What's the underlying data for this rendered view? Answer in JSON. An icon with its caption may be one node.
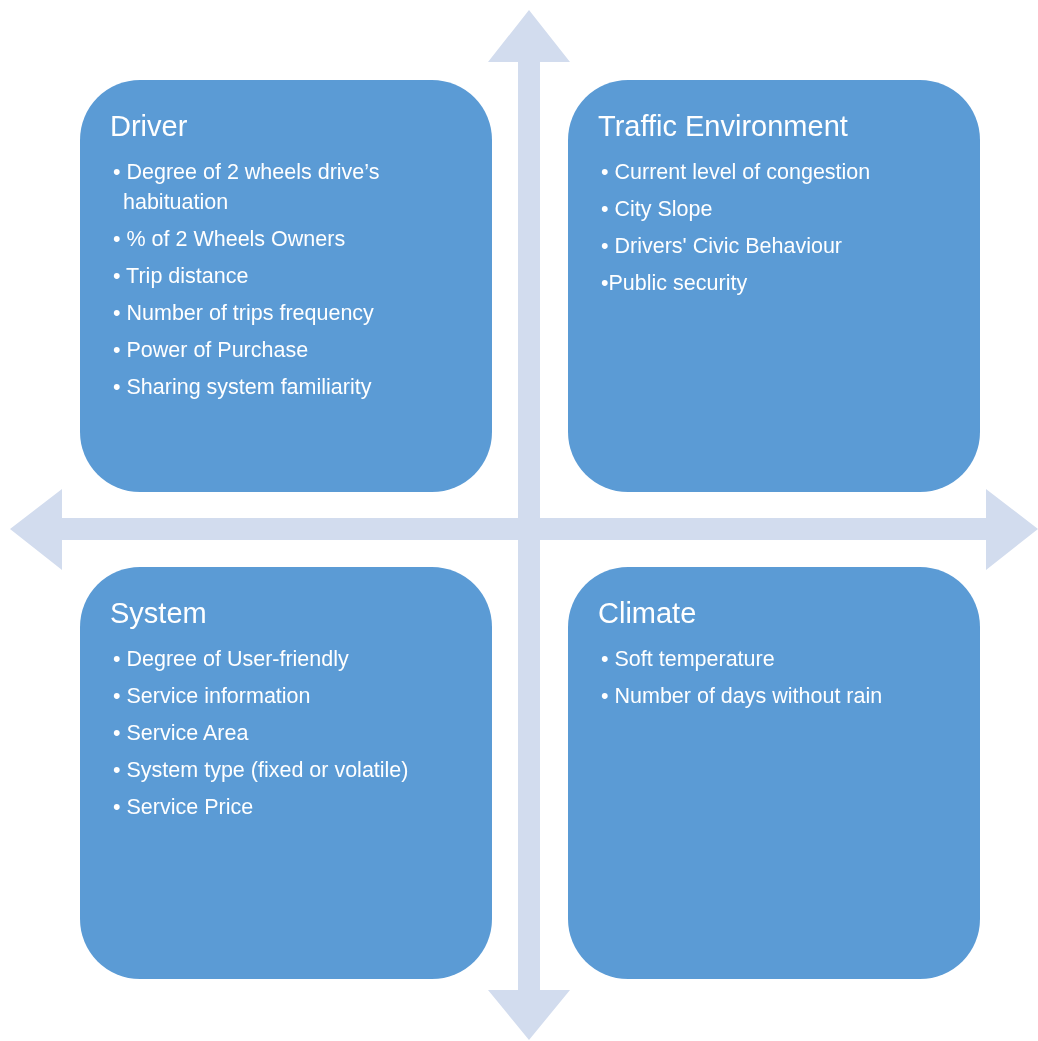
{
  "diagram": {
    "nodes": [
      {
        "text": [
          "Driver",
          "• Degree of 2 wheels drive’s habituation",
          "• % of 2 Wheels Owners",
          "• Trip distance",
          "• Number of trips frequency",
          "• Power of Purchase",
          "• Sharing system familiarity"
        ]
      },
      {
        "text": [
          "Traffic Environment",
          "• Current level of congestion",
          "• City Slope",
          "• Drivers' Civic Behaviour",
          "•Public security"
        ]
      },
      {
        "text": [
          "System",
          "• Degree of User-friendly",
          "• Service information",
          "• Service Area",
          "• System type (fixed or volatile)",
          "• Service Price"
        ]
      },
      {
        "text": [
          "Climate",
          "• Soft temperature",
          "• Number of days without rain"
        ]
      }
    ]
  }
}
